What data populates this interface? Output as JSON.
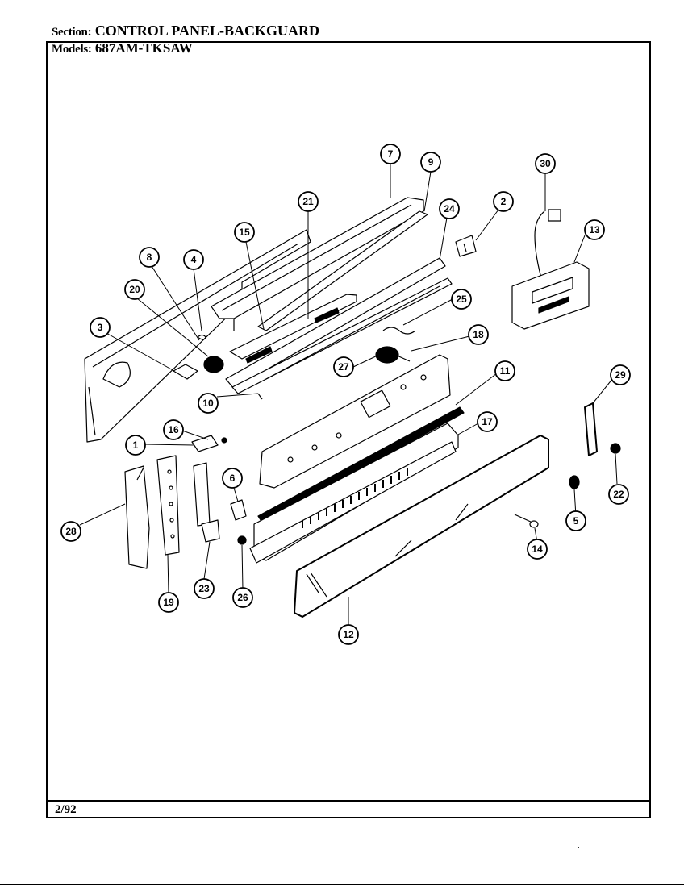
{
  "header": {
    "section_label": "Section:",
    "section_value": "CONTROL PANEL-BACKGUARD",
    "models_label": "Models:",
    "models_value": "687AM-TKSAW"
  },
  "footer": {
    "date": "2/92"
  },
  "callouts": [
    {
      "id": "callout-7",
      "label": "7"
    },
    {
      "id": "callout-9",
      "label": "9"
    },
    {
      "id": "callout-30",
      "label": "30"
    },
    {
      "id": "callout-21",
      "label": "21"
    },
    {
      "id": "callout-2",
      "label": "2"
    },
    {
      "id": "callout-24",
      "label": "24"
    },
    {
      "id": "callout-13",
      "label": "13"
    },
    {
      "id": "callout-15",
      "label": "15"
    },
    {
      "id": "callout-8",
      "label": "8"
    },
    {
      "id": "callout-4",
      "label": "4"
    },
    {
      "id": "callout-20",
      "label": "20"
    },
    {
      "id": "callout-25",
      "label": "25"
    },
    {
      "id": "callout-3",
      "label": "3"
    },
    {
      "id": "callout-18",
      "label": "18"
    },
    {
      "id": "callout-27",
      "label": "27"
    },
    {
      "id": "callout-11",
      "label": "11"
    },
    {
      "id": "callout-10",
      "label": "10"
    },
    {
      "id": "callout-29",
      "label": "29"
    },
    {
      "id": "callout-16",
      "label": "16"
    },
    {
      "id": "callout-17",
      "label": "17"
    },
    {
      "id": "callout-1",
      "label": "1"
    },
    {
      "id": "callout-6",
      "label": "6"
    },
    {
      "id": "callout-22",
      "label": "22"
    },
    {
      "id": "callout-28",
      "label": "28"
    },
    {
      "id": "callout-5",
      "label": "5"
    },
    {
      "id": "callout-14",
      "label": "14"
    },
    {
      "id": "callout-23",
      "label": "23"
    },
    {
      "id": "callout-26",
      "label": "26"
    },
    {
      "id": "callout-19",
      "label": "19"
    },
    {
      "id": "callout-12",
      "label": "12"
    }
  ]
}
